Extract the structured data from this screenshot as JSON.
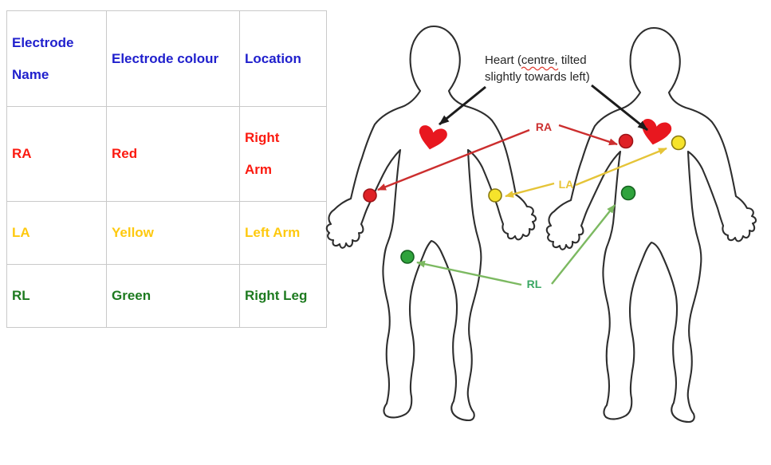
{
  "table": {
    "border_color": "#c9c9c9",
    "cells": [
      [
        [
          "Electrode",
          "Name"
        ],
        [
          "Electrode colour"
        ],
        [
          "Location"
        ]
      ],
      [
        [
          "RA"
        ],
        [
          "Red"
        ],
        [
          "Right",
          "Arm"
        ]
      ],
      [
        [
          "LA"
        ],
        [
          "Yellow"
        ],
        [
          "Left Arm"
        ]
      ],
      [
        [
          "RL"
        ],
        [
          "Green"
        ],
        [
          "Right Leg"
        ]
      ]
    ],
    "row_text_colors": [
      "#2020cd",
      "#fb1a10",
      "#fec90f",
      "#1d7a1f"
    ]
  },
  "diagram": {
    "annotation": {
      "line1": "Heart (centre, tilted",
      "line2": "slightly towards left)"
    },
    "labels": {
      "ra": "RA",
      "la": "LA",
      "rl": "RL"
    },
    "label_colors": {
      "ra": "#cc3030",
      "la": "#e8c437",
      "rl": "#3aa763"
    },
    "electrode_dot_colors": {
      "red": "#df2126",
      "yellow": "#f6e32b",
      "green": "#2fa33c"
    },
    "arrow_colors": {
      "black": "#1c1c1c",
      "red": "#cc2e2e",
      "yellow": "#e5c438",
      "green": "#7cb961"
    },
    "heart_color": "#e8171f",
    "body_outline_color": "#2e2e2e"
  }
}
